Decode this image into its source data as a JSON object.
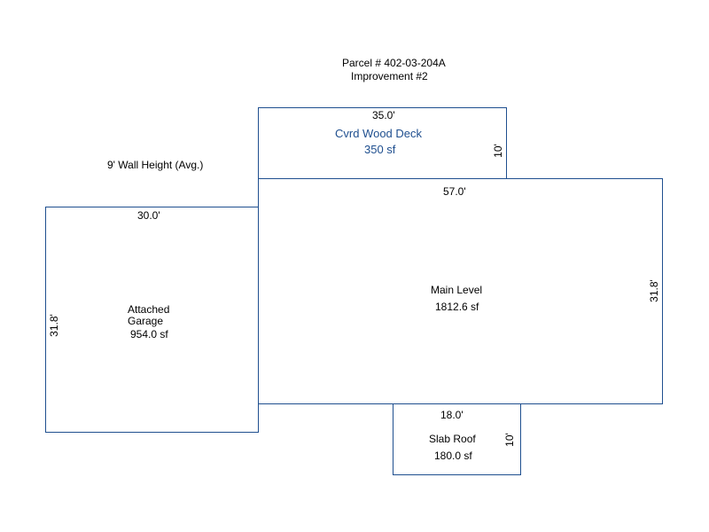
{
  "header": {
    "parcel": "Parcel # 402-03-204A",
    "improvement": "Improvement #2"
  },
  "note": "9' Wall Height (Avg.)",
  "colors": {
    "outline": "#1f4f8f",
    "deck_text": "#1f4f8f",
    "text": "#000000"
  },
  "rooms": {
    "deck": {
      "name": "Cvrd Wood Deck",
      "area": "350 sf",
      "width_label": "35.0'",
      "depth_label": "10'"
    },
    "main": {
      "name": "Main Level",
      "area": "1812.6 sf",
      "width_label": "57.0'",
      "depth_label": "31.8'"
    },
    "garage": {
      "name_line1": "Attached",
      "name_line2": "Garage",
      "area": "954.0 sf",
      "width_label": "30.0'",
      "depth_label": "31.8'"
    },
    "slab": {
      "name": "Slab Roof",
      "area": "180.0 sf",
      "width_label": "18.0'",
      "depth_label": "10'"
    }
  }
}
